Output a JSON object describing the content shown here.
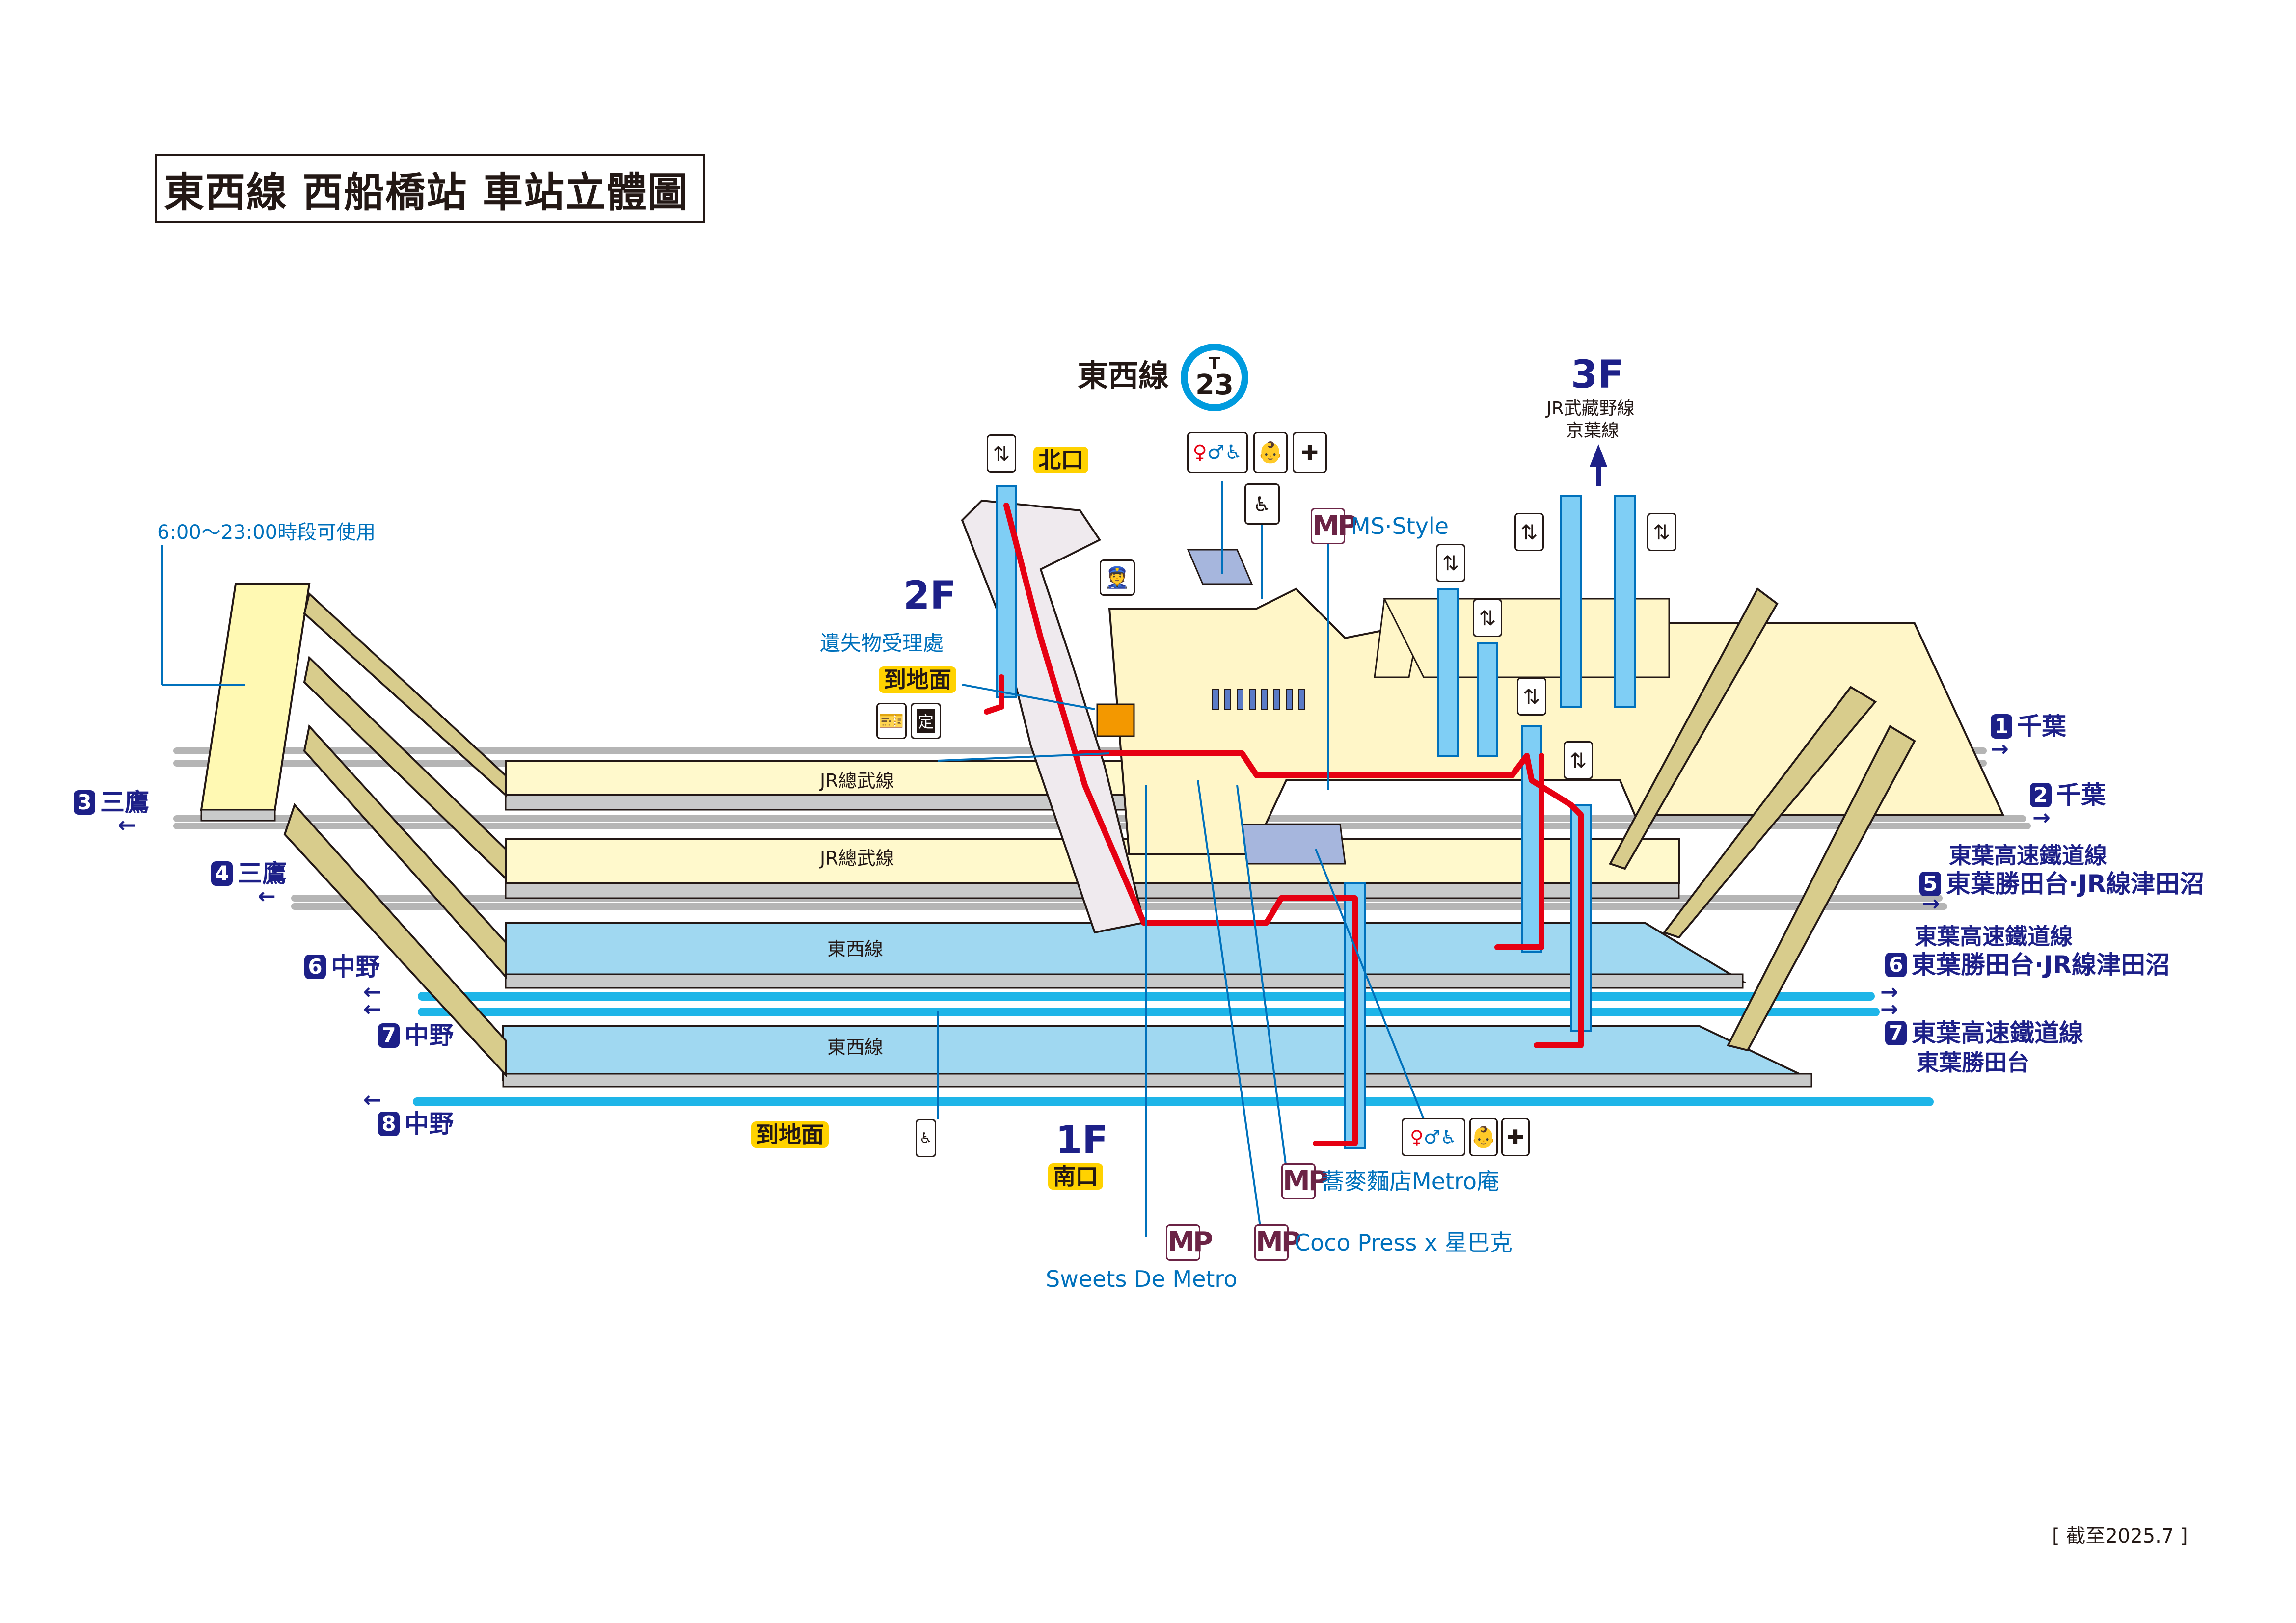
{
  "title": "東西線 西船橋站 車站立體圖",
  "station": {
    "line_name": "東西線",
    "line_code": "T",
    "station_number": "23",
    "line_color": "#009bde"
  },
  "floors": {
    "floor_3": {
      "label": "3F",
      "lines": [
        "JR武藏野線",
        "京葉線"
      ]
    },
    "floor_2": {
      "label": "2F"
    },
    "floor_1": {
      "label": "1F"
    }
  },
  "exits": {
    "north": "北口",
    "south": "南口",
    "to_ground": "到地面"
  },
  "notes": {
    "hours": "6:00～23:00時段可使用",
    "lost_and_found": "遺失物受理處",
    "as_of": "[ 截至2025.7 ]"
  },
  "platforms": {
    "jr_sobu_1": "JR總武線",
    "jr_sobu_2": "JR總武線",
    "tozai_1": "東西線",
    "tozai_2": "東西線"
  },
  "directions_left": [
    {
      "num": "3",
      "dest": "三鷹"
    },
    {
      "num": "4",
      "dest": "三鷹"
    },
    {
      "num": "6",
      "dest": "中野"
    },
    {
      "num": "7",
      "dest": "中野"
    },
    {
      "num": "8",
      "dest": "中野"
    }
  ],
  "directions_right": [
    {
      "num": "1",
      "dest": "千葉"
    },
    {
      "num": "2",
      "dest": "千葉"
    },
    {
      "num": "5",
      "line": "東葉高速鐵道線",
      "dest": "東葉勝田台·JR線津田沼"
    },
    {
      "num": "6",
      "line": "東葉高速鐵道線",
      "dest": "東葉勝田台·JR線津田沼"
    },
    {
      "num": "7",
      "line": "東葉高速鐵道線",
      "dest": "東葉勝田台"
    }
  ],
  "shops": [
    {
      "badge": "MP",
      "name": "MS·Style"
    },
    {
      "badge": "MP",
      "name": "蕎麥麵店Metro庵"
    },
    {
      "badge": "MP",
      "name": "Coco Press x 星巴克"
    },
    {
      "badge": "MP",
      "name": "Sweets De Metro"
    }
  ],
  "icons": {
    "elevator": "elevator-icon",
    "restroom": "restroom-icon",
    "baby": "baby-changing-icon",
    "first_aid": "first-aid-icon",
    "slope": "wheelchair-slope-icon",
    "station_staff": "station-staff-icon",
    "ticket_machine": "ticket-machine-icon",
    "commuter_pass": "commuter-pass-icon",
    "wheelchair_escalator": "wheelchair-escalator-icon",
    "commuter_pass_glyph": "定"
  },
  "colors": {
    "tozai_platform": "#a0d8f1",
    "jr_platform": "#fff9cc",
    "concourse": "#fff6c8",
    "route_red": "#e60012",
    "navy": "#1d2088",
    "callout_blue": "#0071bc",
    "exit_yellow": "#ffd200",
    "mp_maroon": "#6b2345"
  }
}
